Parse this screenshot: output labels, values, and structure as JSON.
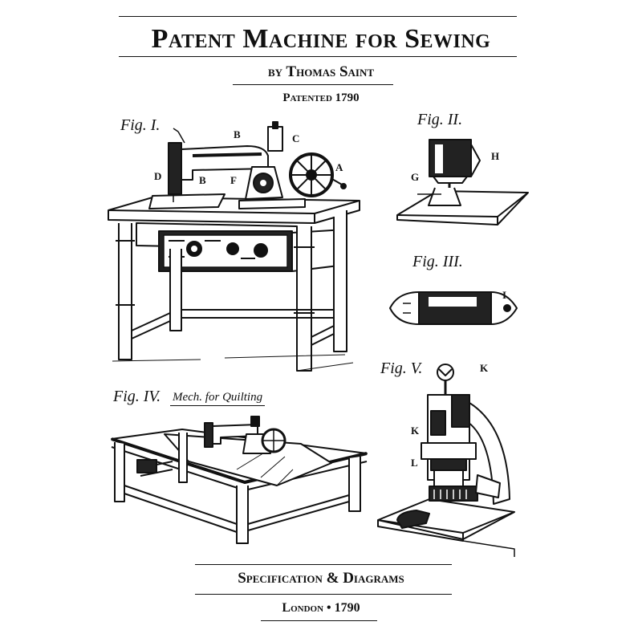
{
  "header": {
    "title": "Patent Machine for Sewing",
    "byline": "by Thomas Saint",
    "patented": "Patented 1790"
  },
  "figures": {
    "fig1": {
      "label": "Fig. I.",
      "callouts": {
        "a": "A",
        "b_top": "B",
        "b_mid": "B",
        "c": "C",
        "d": "D",
        "f": "F"
      }
    },
    "fig2": {
      "label": "Fig. II.",
      "callouts": {
        "g": "G",
        "h": "H"
      }
    },
    "fig3": {
      "label": "Fig. III.",
      "callouts": {
        "i": "I"
      }
    },
    "fig4": {
      "label": "Fig. IV.",
      "subtitle": "Mech. for Quilting"
    },
    "fig5": {
      "label": "Fig. V.",
      "callouts": {
        "k_top": "K",
        "k_mid": "K",
        "l": "L"
      }
    }
  },
  "footer": {
    "title": "Specification & Diagrams",
    "place": "London • 1790"
  }
}
